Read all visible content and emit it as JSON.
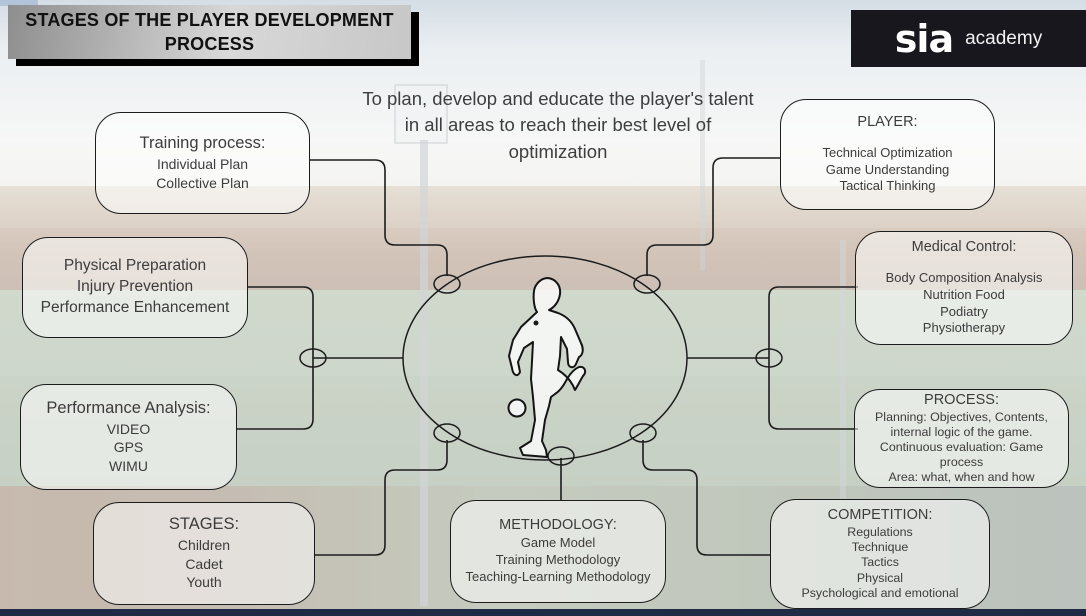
{
  "slide": {
    "title": "STAGES OF THE PLAYER DEVELOPMENT PROCESS",
    "subtitle": "To plan, develop and educate the player's talent in all areas to reach their best level of optimization"
  },
  "logo": {
    "brand": "sia",
    "suffix": "academy"
  },
  "boxes": {
    "training": {
      "heading": "Training process:",
      "lines": [
        "Individual Plan",
        "Collective Plan"
      ]
    },
    "physical": {
      "lines": [
        "Physical Preparation",
        "Injury Prevention",
        "Performance Enhancement"
      ]
    },
    "performance": {
      "heading": "Performance Analysis:",
      "lines": [
        "VIDEO",
        "GPS",
        "WIMU"
      ]
    },
    "stages": {
      "heading": "STAGES:",
      "lines": [
        "Children",
        "Cadet",
        "Youth"
      ]
    },
    "methodology": {
      "heading": "METHODOLOGY:",
      "lines": [
        "Game Model",
        "Training Methodology",
        "Teaching-Learning Methodology"
      ]
    },
    "player": {
      "heading": "PLAYER:",
      "lines": [
        "Technical Optimization",
        "Game Understanding",
        "Tactical Thinking"
      ]
    },
    "medical": {
      "heading": "Medical Control:",
      "lines": [
        "Body Composition Analysis",
        "Nutrition Food",
        "Podiatry",
        "Physiotherapy"
      ]
    },
    "process": {
      "heading": "PROCESS:",
      "lines": [
        "Planning: Objectives, Contents, internal logic of the game.",
        "Continuous evaluation: Game process",
        "Area: what, when and how"
      ]
    },
    "competition": {
      "heading": "COMPETITION:",
      "lines": [
        "Regulations",
        "Technique",
        "Tactics",
        "Physical",
        "Psychological and emotional"
      ]
    }
  },
  "icons": {
    "center_figure": "running-soccer-player-silhouette",
    "center_ball": "football"
  },
  "colors": {
    "box_border": "#1c1c1c",
    "text": "#3c3c3c",
    "logo_background": "#17171d",
    "bottom_bar": "#1f2a44",
    "title_gradient_start": "#8e8e8e",
    "title_gradient_end": "#d8d8d8"
  }
}
